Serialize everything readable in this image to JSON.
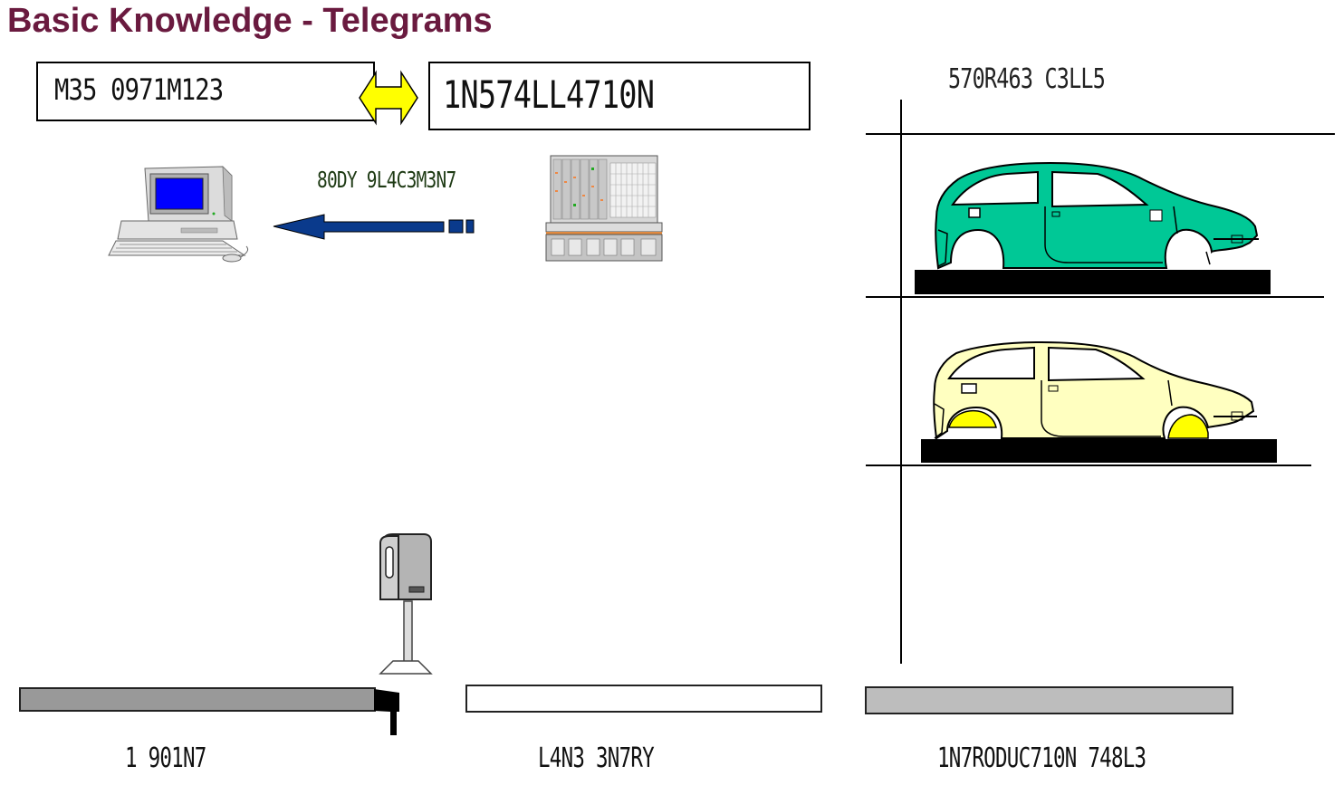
{
  "title": "Basic Knowledge - Telegrams",
  "mes_box_label": "M35 0971M123",
  "installation_box_label": "1N574LL4710N",
  "storage_cells_label": "570R463 C3LL5",
  "telegram_label": "80DY 9L4C3M3N7",
  "conveyor_labels": {
    "scan": "1 901N7",
    "entry": "L4N3  3N7RY",
    "table": "1N7RODUC710N 748L3"
  },
  "icons": {
    "pc": "desktop-computer-icon",
    "plc": "plc-rack-icon",
    "scanner": "barcode-scanner-icon",
    "double_arrow": "bidirectional-arrow-icon",
    "telegram_arrow": "left-arrow-icon",
    "car_top": "car-body-icon",
    "car_bottom": "car-body-icon"
  },
  "colors": {
    "title": "#6a1a3f",
    "double_arrow": "#ffff00",
    "telegram_arrow": "#0a3a8c",
    "car_top": "#00c896",
    "car_bottom": "#ffffc0",
    "car_bottom_wheel": "#ffff00",
    "monitor_screen": "#0000ff"
  }
}
